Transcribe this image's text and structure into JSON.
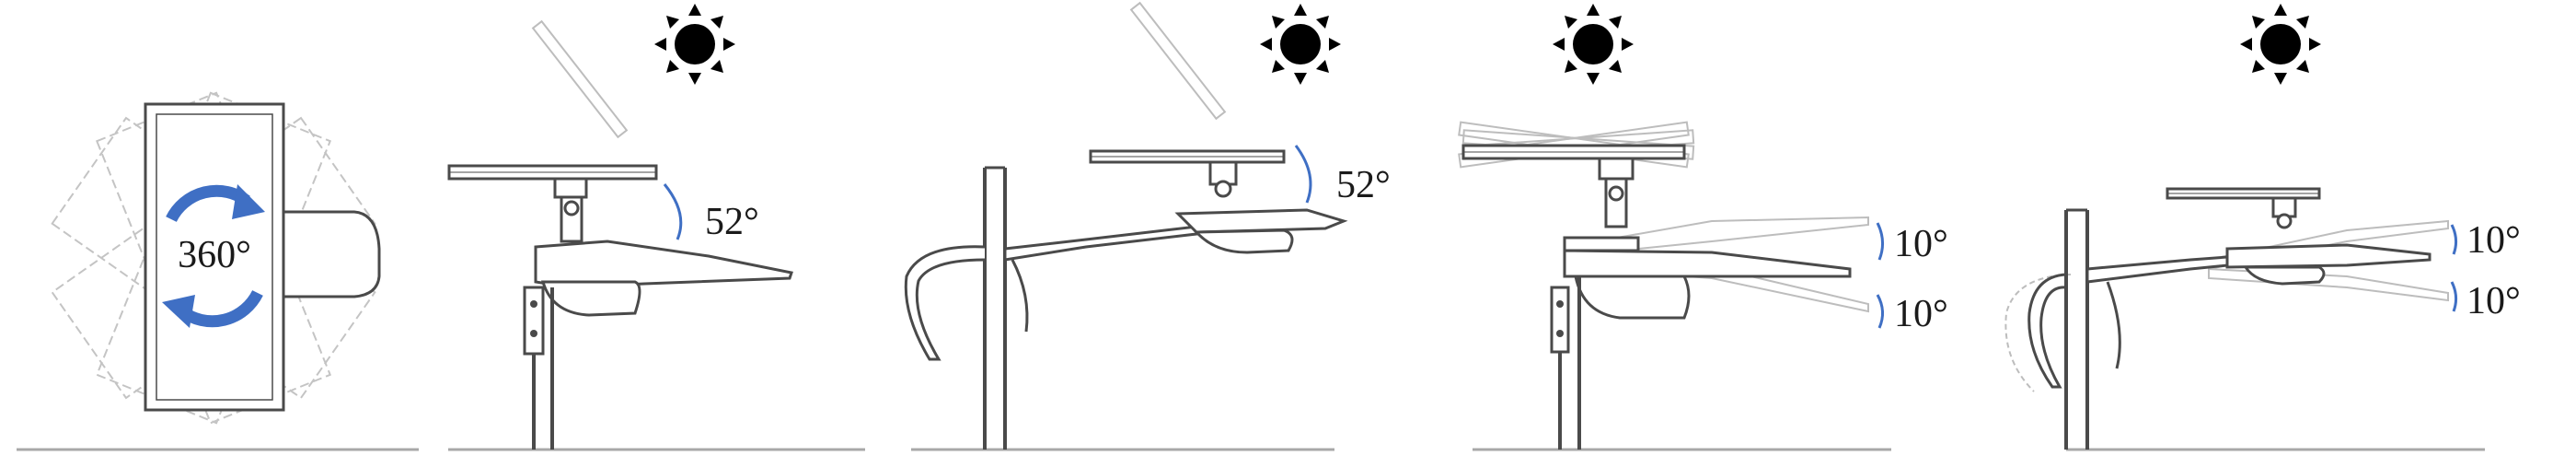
{
  "colors": {
    "line": "#4a4a4a",
    "ghost": "#b8b8b8",
    "accent": "#3f6fc4",
    "sun": "#000000",
    "ground": "#a8a8a8"
  },
  "icons": [
    "rotate-360-icon",
    "sun-icon"
  ],
  "panels": [
    {
      "id": "rotation",
      "labels": [
        "360°"
      ]
    },
    {
      "id": "tilt-52-pole-top",
      "labels": [
        "52°"
      ]
    },
    {
      "id": "tilt-52-side-arm",
      "labels": [
        "52°"
      ]
    },
    {
      "id": "tilt-10-pole-top",
      "labels": [
        "10°",
        "10°"
      ]
    },
    {
      "id": "tilt-10-side-arm",
      "labels": [
        "10°",
        "10°"
      ]
    }
  ]
}
